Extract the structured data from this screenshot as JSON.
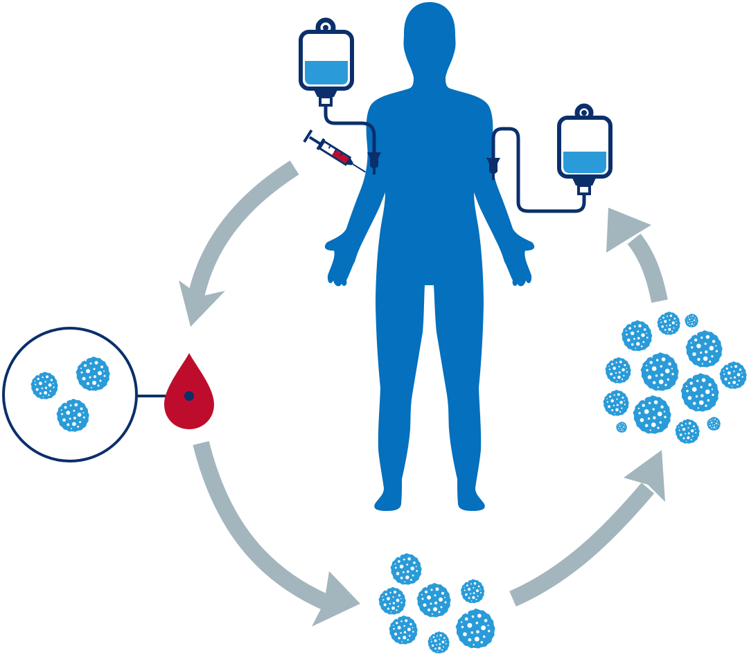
{
  "diagram": {
    "type": "cell-therapy-cycle",
    "colors": {
      "body": "#0570bd",
      "navy": "#0b2f6b",
      "cell": "#2a9bd8",
      "fluid": "#2a9bd8",
      "blood": "#be0d2c",
      "arrow": "#a3b5bd",
      "background": "#ffffff"
    },
    "icons": [
      "human-body-icon",
      "iv-bag-icon",
      "syringe-icon",
      "blood-drop-icon",
      "magnifier-circle-icon",
      "cell-cluster-icon",
      "curved-arrow-icon"
    ],
    "steps": [
      {
        "id": "collection",
        "icon": "syringe-icon"
      },
      {
        "id": "isolation",
        "icon": "blood-drop-icon"
      },
      {
        "id": "expansion",
        "icon": "cell-cluster-icon"
      },
      {
        "id": "proliferation",
        "icon": "cell-cluster-icon"
      },
      {
        "id": "infusion",
        "icon": "iv-bag-icon"
      }
    ]
  }
}
